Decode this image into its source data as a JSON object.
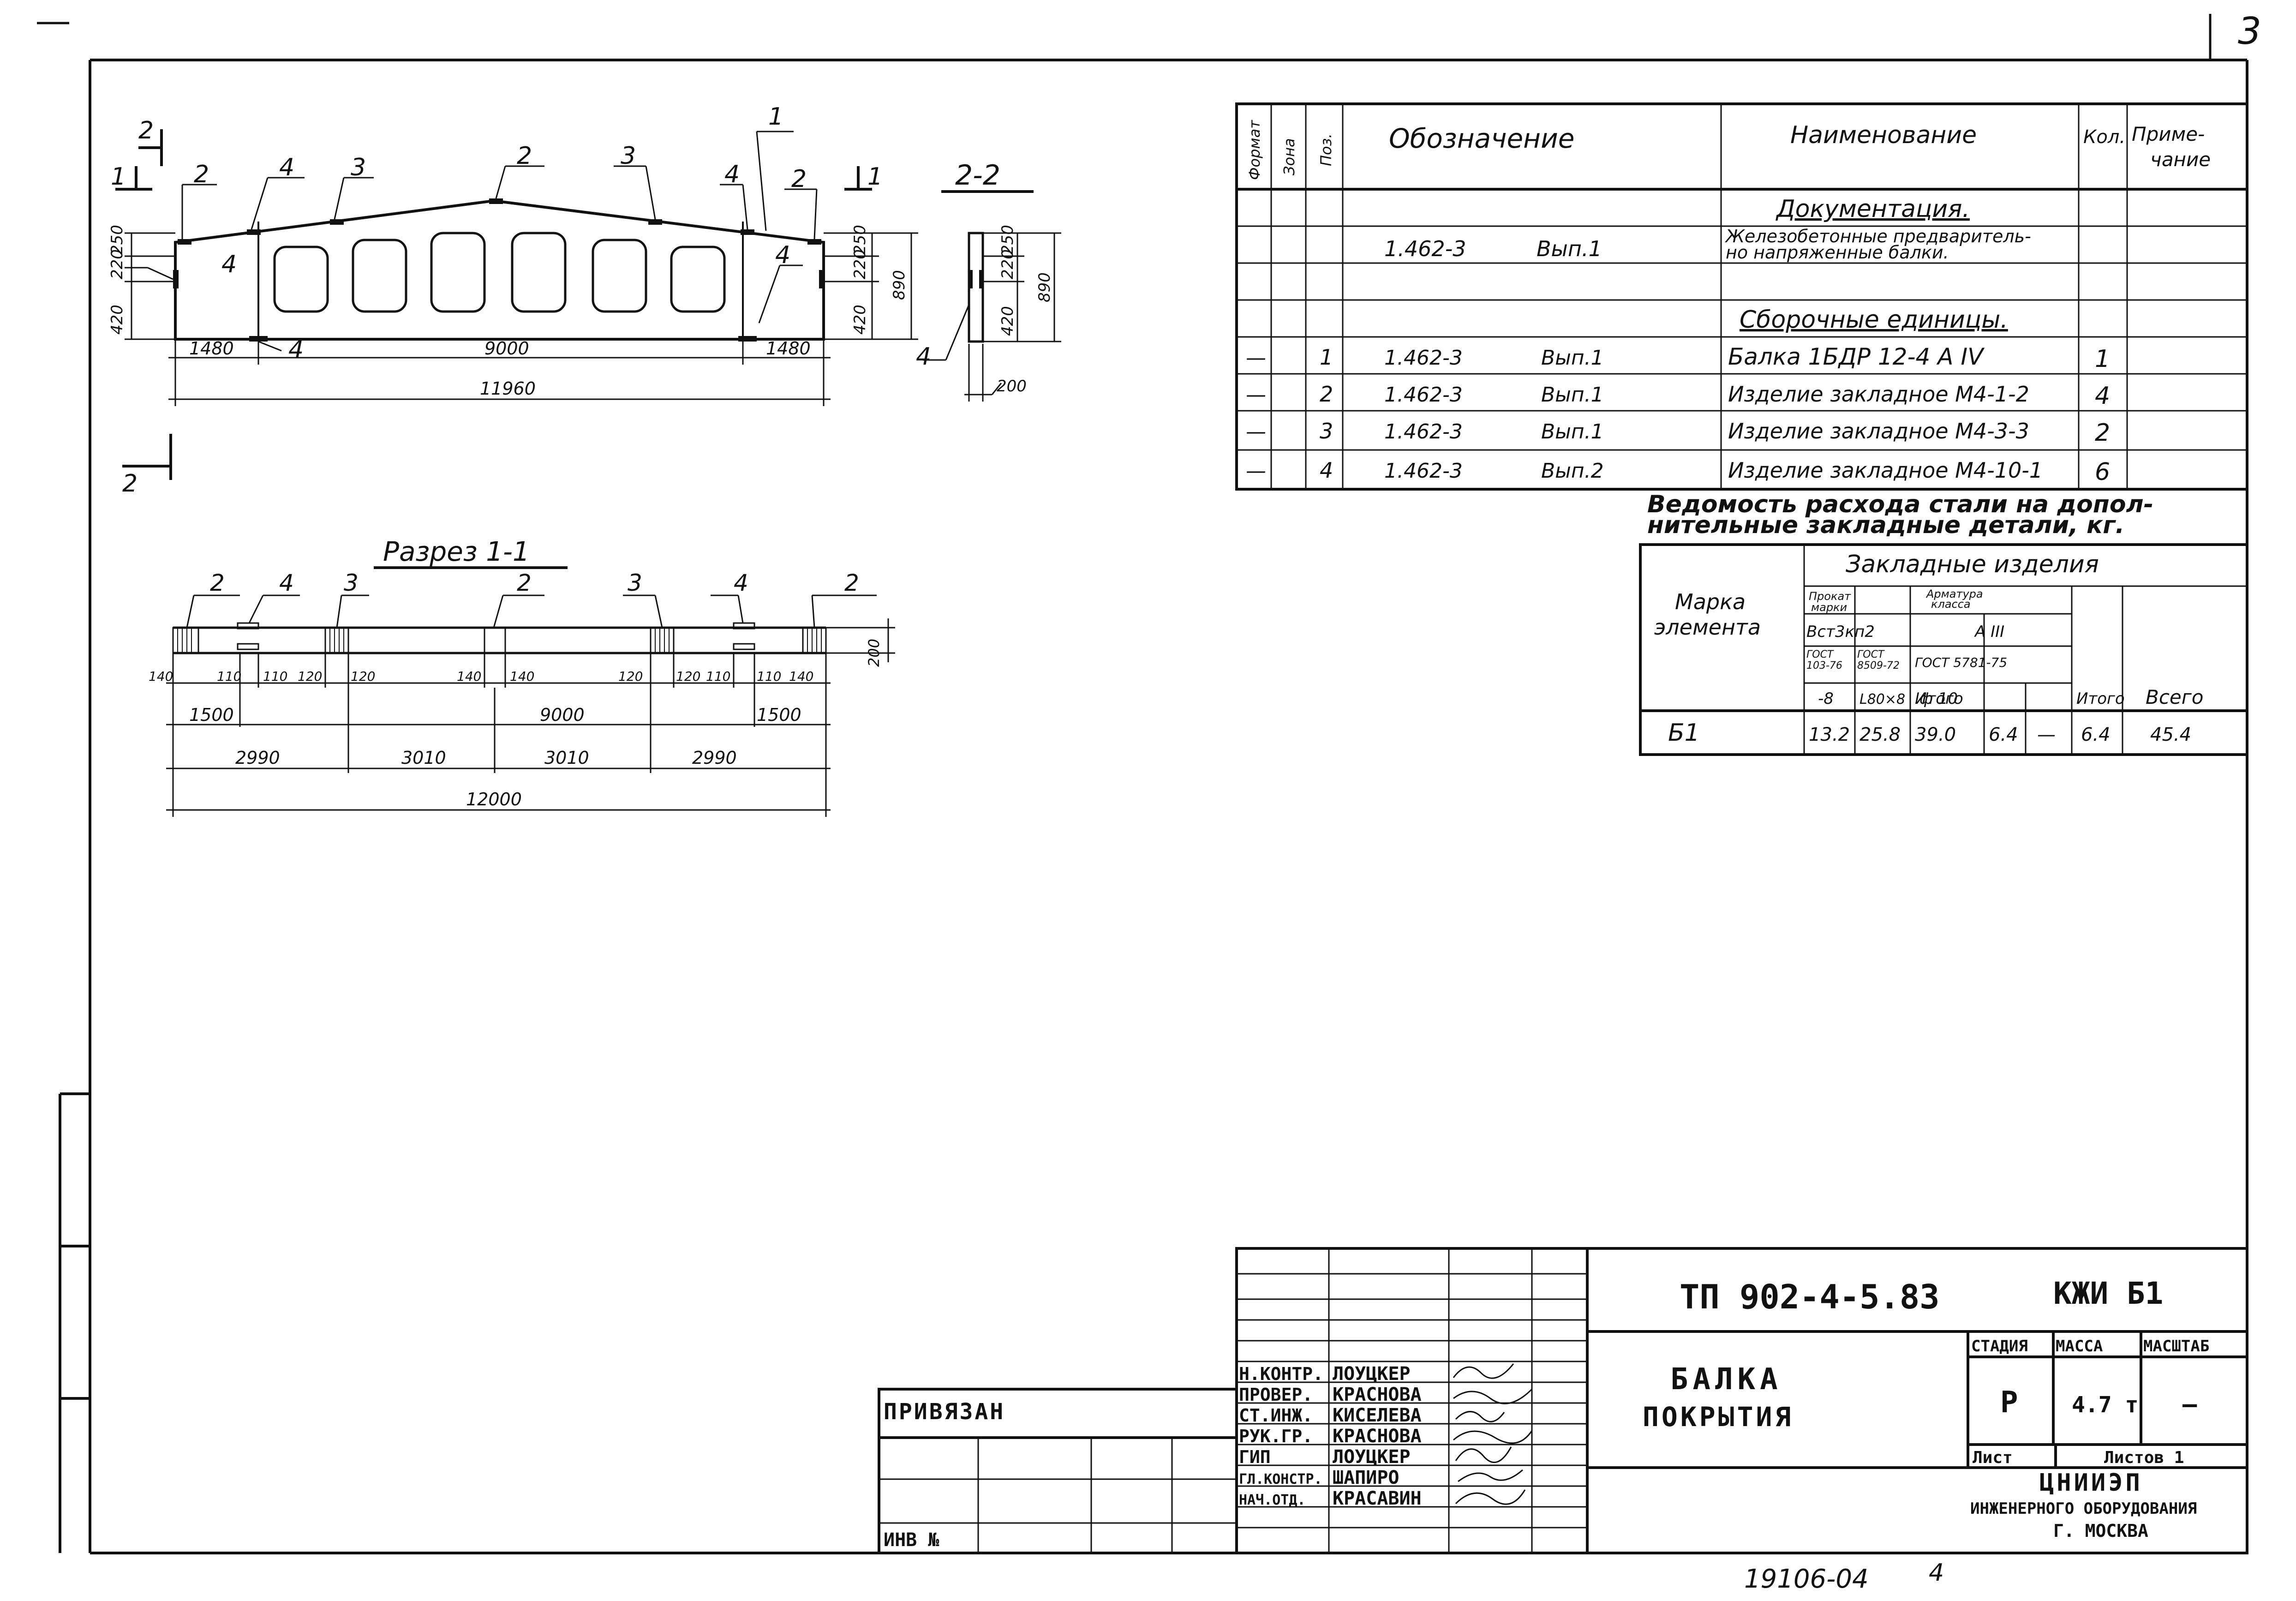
{
  "sheet_number": "3",
  "drawing": {
    "cut_marks": {
      "c1a": "1",
      "c1b": "1",
      "c2a": "2",
      "c2b": "2"
    },
    "callouts": [
      "2",
      "4",
      "3",
      "2",
      "3",
      "4",
      "2",
      "1"
    ],
    "callouts_lower": [
      "4",
      "4",
      "4"
    ],
    "heights_left": [
      "250",
      "220",
      "420"
    ],
    "heights_right": [
      "250",
      "220",
      "420",
      "890"
    ],
    "dims_top": [
      "1480",
      "9000",
      "1480"
    ],
    "dim_total_top": "11960",
    "section22": {
      "title": "2-2",
      "heights": [
        "250",
        "220",
        "420"
      ],
      "total": "890",
      "width": "200",
      "callout": "4"
    },
    "section11": {
      "title": "Разрез 1-1",
      "callouts": [
        "2",
        "4",
        "3",
        "2",
        "3",
        "4",
        "2"
      ],
      "height": "200",
      "small_dims": [
        "140",
        "110",
        "110",
        "120",
        "120",
        "140",
        "140",
        "120",
        "120",
        "110",
        "110",
        "140"
      ],
      "row1": [
        "1500",
        "9000",
        "1500"
      ],
      "row2": [
        "2990",
        "3010",
        "3010",
        "2990"
      ],
      "total": "12000"
    }
  },
  "spec": {
    "headers": {
      "format": "Формат",
      "zone": "Зона",
      "pos": "Поз.",
      "designation": "Обозначение",
      "name": "Наименование",
      "qty": "Кол.",
      "note": "Приме-\nчание"
    },
    "doc_section": "Документация.",
    "doc_row": {
      "code": "1.462-3",
      "issue": "Вып.1",
      "name_l1": "Железобетонные предваритель-",
      "name_l2": "но напряженные балки."
    },
    "assembly_section": "Сборочные единицы.",
    "rows": [
      {
        "format": "—",
        "pos": "1",
        "code": "1.462-3",
        "issue": "Вып.1",
        "name": "Балка 1БДР 12-4 А IV",
        "qty": "1"
      },
      {
        "format": "—",
        "pos": "2",
        "code": "1.462-3",
        "issue": "Вып.1",
        "name": "Изделие закладное М4-1-2",
        "qty": "4"
      },
      {
        "format": "—",
        "pos": "3",
        "code": "1.462-3",
        "issue": "Вып.1",
        "name": "Изделие закладное М4-3-3",
        "qty": "2"
      },
      {
        "format": "—",
        "pos": "4",
        "code": "1.462-3",
        "issue": "Вып.2",
        "name": "Изделие закладное М4-10-1",
        "qty": "6"
      }
    ]
  },
  "steel": {
    "title_l1": "Ведомость расхода стали на допол-",
    "title_l2": "нительные закладные детали, кг.",
    "mark_header": "Марка\nэлемента",
    "group_header": "Закладные изделия",
    "rolled": "Прокат\nмарки",
    "rolled_grade": "Вст3кп2",
    "gost1": "ГОСТ\n103-76",
    "gost2": "ГОСТ\n8509-72",
    "col1": "-8",
    "col2": "L80×8",
    "total1": "Итого",
    "rebar": "Арматура\nкласса",
    "rebar_class": "А III",
    "gost3": "ГОСТ 5781-75",
    "col3": "ф 10",
    "total2": "Итого",
    "grand": "Всего",
    "row": {
      "mark": "Б1",
      "v1": "13.2",
      "v2": "25.8",
      "t1": "39.0",
      "v3": "6.4",
      "v4": "—",
      "t2": "6.4",
      "all": "45.4"
    }
  },
  "title_block": {
    "code": "ТП 902-4-5.83",
    "sheet_code": "КЖИ Б1",
    "title_l1": "БАЛКА",
    "title_l2": "ПОКРЫТИЯ",
    "stage_h": "СТАДИЯ",
    "mass_h": "МАССА",
    "scale_h": "МАСШТАБ",
    "stage": "Р",
    "mass": "4.7 т",
    "scale": "—",
    "list": "Лист",
    "lists": "Листов 1",
    "org_l1": "ЦНИИЭП",
    "org_l2": "ИНЖЕНЕРНОГО ОБОРУДОВАНИЯ",
    "org_l3": "Г. МОСКВА",
    "staff": [
      {
        "role": "Н.КОНТР.",
        "name": "ЛОУЦКЕР"
      },
      {
        "role": "ПРОВЕР.",
        "name": "КРАСНОВА"
      },
      {
        "role": "СТ.ИНЖ.",
        "name": "КИСЕЛЕВА"
      },
      {
        "role": "РУК.ГР.",
        "name": "КРАСНОВА"
      },
      {
        "role": "ГИП",
        "name": "ЛОУЦКЕР"
      },
      {
        "role": "ГЛ.КОНСТР.",
        "name": "ШАПИРО"
      },
      {
        "role": "НАЧ.ОТД.",
        "name": "КРАСАВИН"
      }
    ],
    "bound": "ПРИВЯЗАН",
    "inv": "ИНВ №"
  },
  "footer": {
    "number": "19106-04",
    "page": "4"
  }
}
